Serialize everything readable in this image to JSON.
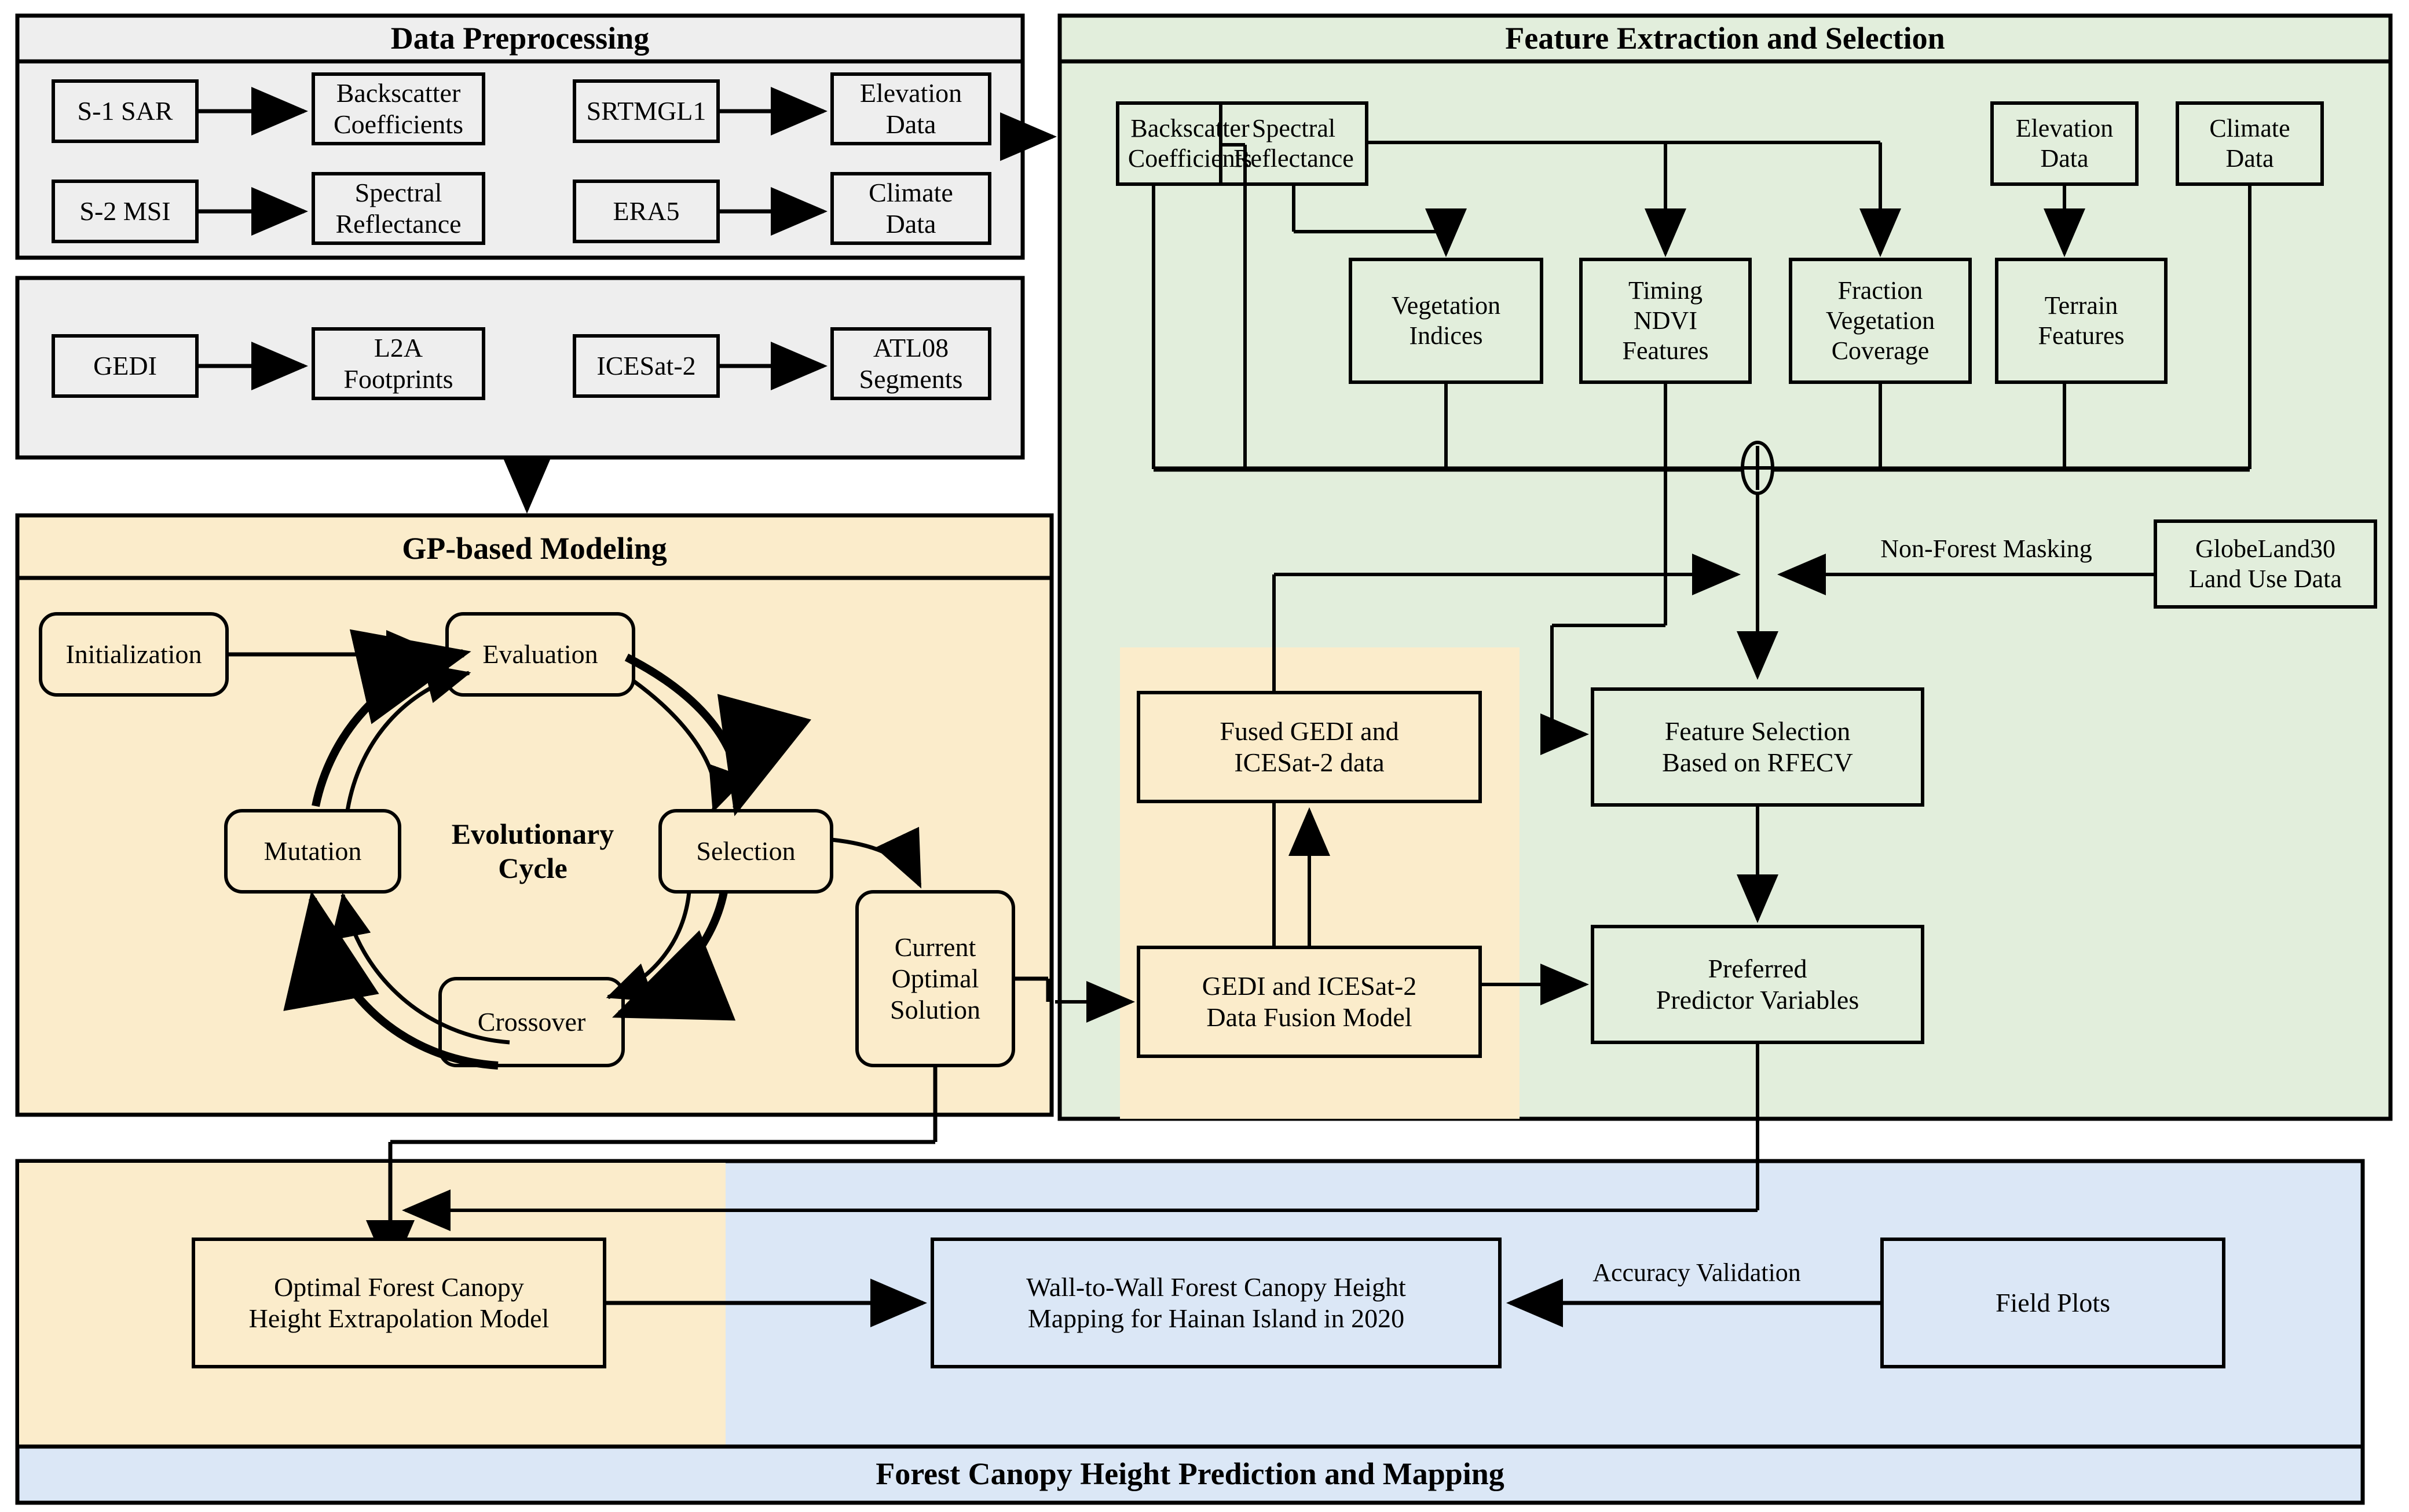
{
  "panels": {
    "preprocessing": {
      "title": "Data Preprocessing",
      "fill": "#eeeeee"
    },
    "feature": {
      "title": "Feature Extraction and Selection",
      "fill": "#e2eedc"
    },
    "gp": {
      "title": "GP-based Modeling",
      "fill": "#fbeccb"
    },
    "prediction": {
      "title": "Forest Canopy Height Prediction and Mapping",
      "fill": "#dbe7f6"
    }
  },
  "preprocessing": {
    "row1": [
      "S-1 SAR",
      "Backscatter\nCoefficients",
      "SRTMGL1",
      "Elevation\nData"
    ],
    "row2": [
      "S-2 MSI",
      "Spectral\nReflectance",
      "ERA5",
      "Climate\nData"
    ],
    "lidar": [
      "GEDI",
      "L2A\nFootprints",
      "ICESat-2",
      "ATL08\nSegments"
    ]
  },
  "feature": {
    "sources": [
      "Backscatter\nCoefficients",
      "Spectral\nReflectance",
      "Elevation\nData",
      "Climate\nData"
    ],
    "derived": [
      "Vegetation\nIndices",
      "Timing\nNDVI\nFeatures",
      "Fraction\nVegetation\nCoverage",
      "Terrain\nFeatures"
    ],
    "mask_label": "Non-Forest Masking",
    "mask_source": "GlobeLand30\nLand Use Data",
    "selection": "Feature Selection\nBased on RFECV",
    "preferred": "Preferred\nPredictor Variables",
    "merge_icon": "plus-circle-merge-icon"
  },
  "gp": {
    "cycle_title": "Evolutionary\nCycle",
    "nodes": {
      "initialization": "Initialization",
      "evaluation": "Evaluation",
      "selection": "Selection",
      "crossover": "Crossover",
      "mutation": "Mutation",
      "current_optimal": "Current\nOptimal\nSolution"
    }
  },
  "fusion": {
    "fused": "Fused GEDI and\nICESat-2 data",
    "model": "GEDI and ICESat-2\nData Fusion Model"
  },
  "prediction": {
    "extrapolation": "Optimal Forest Canopy\nHeight Extrapolation Model",
    "mapping": "Wall-to-Wall Forest Canopy Height\nMapping for Hainan Island in 2020",
    "validation_label": "Accuracy Validation",
    "field_plots": "Field Plots"
  },
  "colors": {
    "gray": "#eeeeee",
    "green": "#e2eedc",
    "yellow": "#fbeccb",
    "blue": "#dbe7f6",
    "stroke": "#000000"
  }
}
